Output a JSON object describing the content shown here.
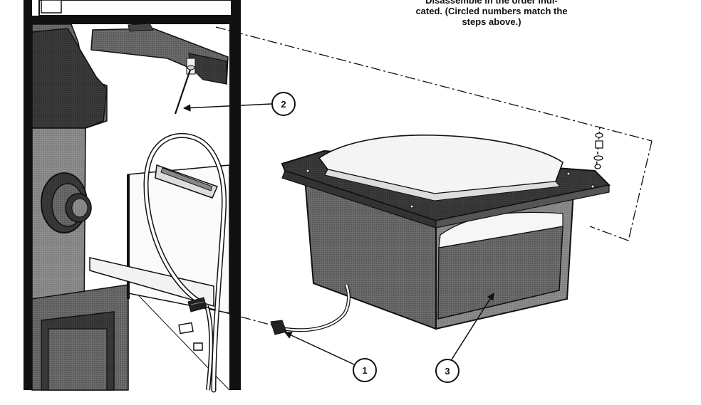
{
  "instructions": {
    "line_1": "Disassemble in the order indi-",
    "line_2": "cated. (Circled numbers match the",
    "line_3": "steps above.)"
  },
  "callouts": [
    {
      "label": "1",
      "part": "wire-harness-connector"
    },
    {
      "label": "2",
      "part": "mounting-screw"
    },
    {
      "label": "3",
      "part": "speaker-grille-assembly"
    }
  ]
}
